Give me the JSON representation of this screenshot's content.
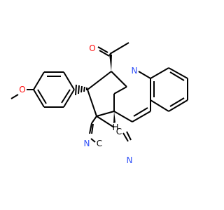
{
  "molecule": {
    "atoms": {
      "O_acetyl": {
        "text": "O",
        "color": "#ff0d0d"
      },
      "O_methoxy": {
        "text": "O",
        "color": "#ff0d0d"
      },
      "N_ring": {
        "text": "N",
        "color": "#3050f8"
      },
      "N_nitrile_1": {
        "text": "N",
        "color": "#3050f8"
      },
      "N_nitrile_2": {
        "text": "N",
        "color": "#3050f8"
      },
      "C_nitrile_1": {
        "text": "C",
        "color": "#000000"
      },
      "C_nitrile_2": {
        "text": "C",
        "color": "#000000"
      },
      "H_stereo": {
        "text": "H",
        "color": "#000000"
      }
    }
  }
}
